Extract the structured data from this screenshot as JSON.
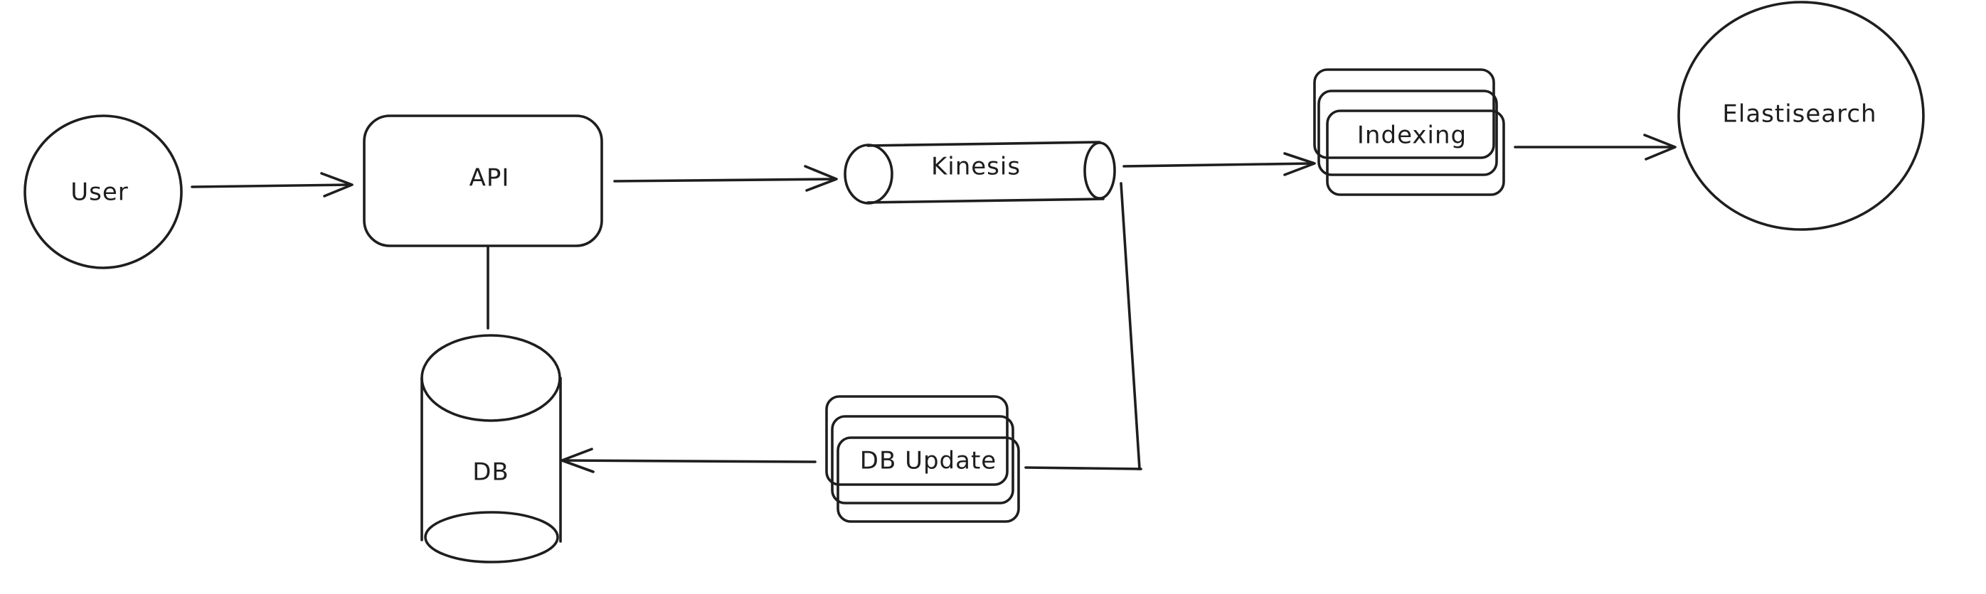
{
  "nodes": {
    "user": {
      "label": "User"
    },
    "api": {
      "label": "API"
    },
    "kinesis": {
      "label": "Kinesis"
    },
    "indexing": {
      "label": "Indexing"
    },
    "elasticsearch": {
      "label": "Elastisearch"
    },
    "db": {
      "label": "DB"
    },
    "db_update": {
      "label": "DB Update"
    }
  },
  "colors": {
    "stroke": "#1e1e1e",
    "background": "#ffffff"
  }
}
